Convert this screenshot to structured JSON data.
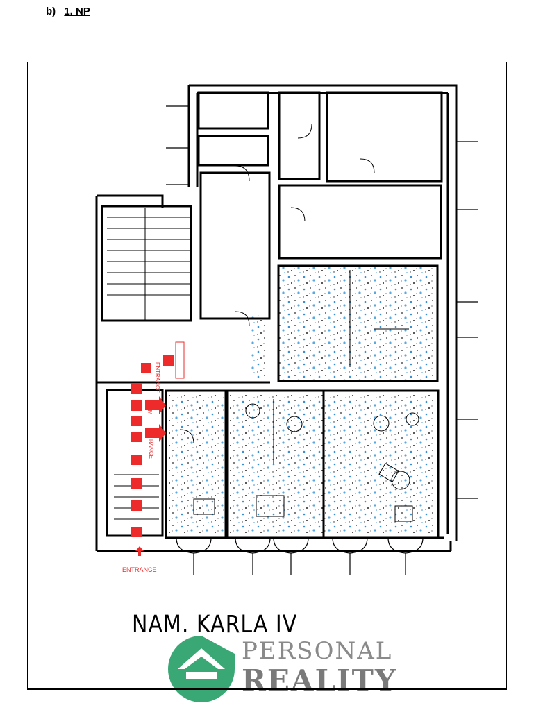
{
  "heading": {
    "section": "b)",
    "floor": "1. NP"
  },
  "street_name": "NAM. KARLA IV",
  "labels": {
    "entrance_main": "ENTRANCE",
    "entrance_door": "ENTRANCE",
    "entrance_atm": "ENTRANCE",
    "atm": "ATM"
  },
  "logo": {
    "word1": "PERSONAL",
    "word2": "REALITY",
    "color": "#3aa874"
  },
  "colors": {
    "marker": "#ee2b2b",
    "speckle": "#3a8fd0"
  }
}
